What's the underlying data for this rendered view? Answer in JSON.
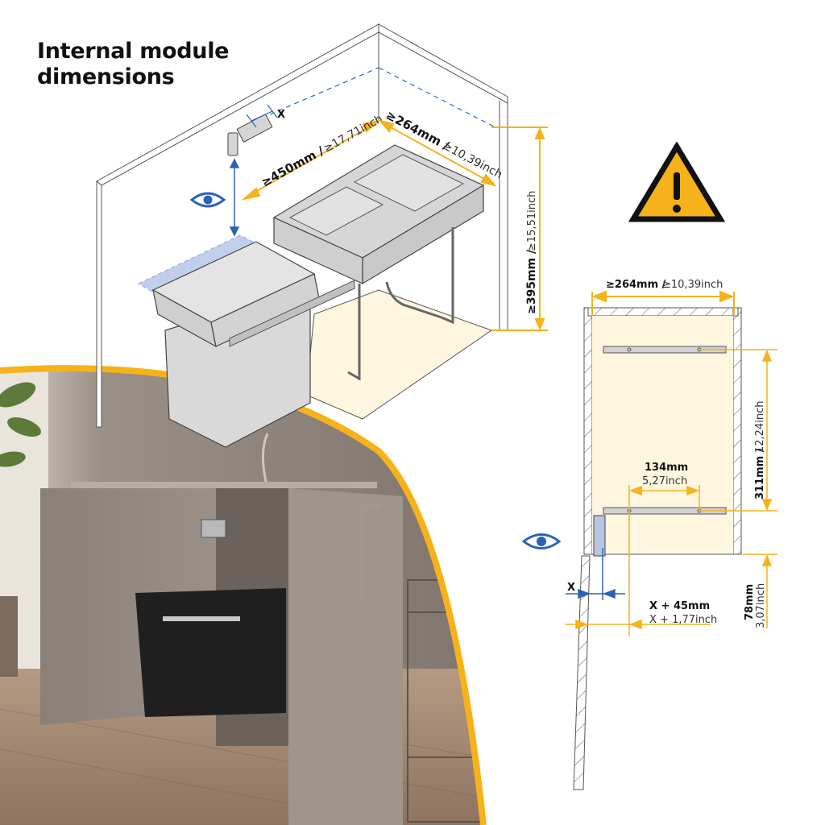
{
  "title": {
    "line1": "Internal module",
    "line2": "dimensions"
  },
  "colors": {
    "accent_yellow": "#F6B21B",
    "dimension_blue": "#2B62B8",
    "line_gray": "#555555",
    "cabinet_fill": "#FFF6E0",
    "bin_gray": "#DADADA",
    "photo_taupe": "#8F857C",
    "floor_wood": "#A88A72"
  },
  "isometric": {
    "depth_label_bold": "≥450mm /",
    "depth_label_light": "≥17,71inch",
    "width_label_bold": "≥264mm /",
    "width_label_light": "≥10,39inch",
    "height_label_bold": "≥395mm /",
    "height_label_light": "≥15,51inch",
    "hinge_offset_label": "X",
    "eye_icon": "eye-icon"
  },
  "warning": {
    "icon": "warning-triangle-icon",
    "glyph": "!"
  },
  "front_view": {
    "width_label_bold": "≥264mm /",
    "width_label_light": "≥10,39inch",
    "rail_spacing_bold": "311mm /",
    "rail_spacing_light": "12,24inch",
    "hole_spacing_bold": "134mm",
    "hole_spacing_light": "5,27inch",
    "bottom_offset_bold": "78mm",
    "bottom_offset_light": "3,07inch",
    "hinge_x_label": "X",
    "front_offset_bold": "X + 45mm",
    "front_offset_light": "X + 1,77inch",
    "eye_icon": "eye-icon"
  }
}
